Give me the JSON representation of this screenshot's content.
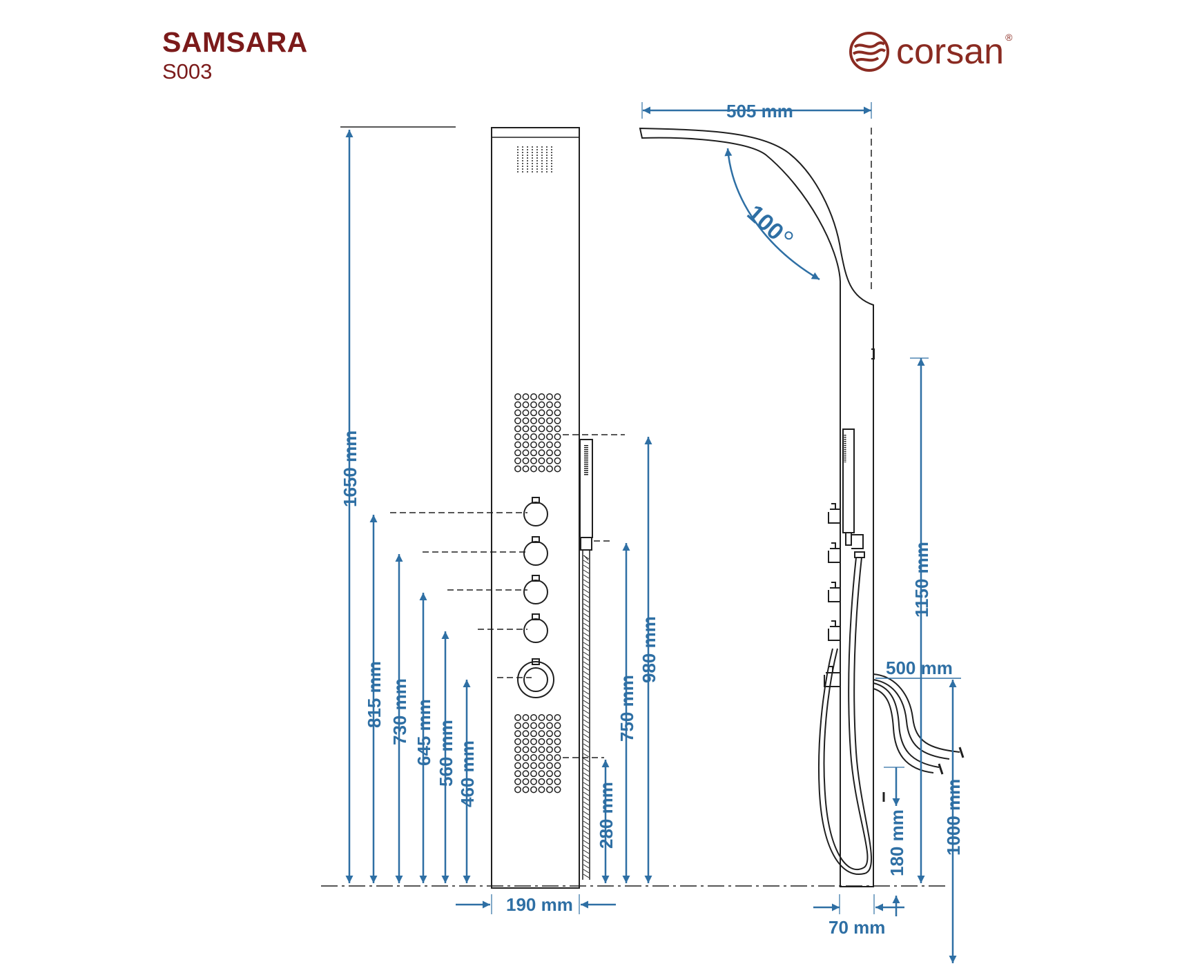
{
  "header": {
    "product_name": "SAMSARA",
    "product_code": "S003"
  },
  "brand": {
    "name": "corsan",
    "registered_mark": "®",
    "logo_icon": "wave-circle-logo"
  },
  "colors": {
    "dimension": "#2e6fa4",
    "outline": "#1f1f1f",
    "title": "#7b1a1a",
    "brand": "#8a2b22"
  },
  "dimensions": {
    "overall_height": "1650 mm",
    "panel_width": "190 mm",
    "arm_reach": "505 mm",
    "arm_angle": "100",
    "control_1_height": "815 mm",
    "control_2_height": "730 mm",
    "control_3_height": "645 mm",
    "control_4_height": "560 mm",
    "thermostat_height": "460 mm",
    "hand_shower_holder_height": "750 mm",
    "upper_jets_height": "980 mm",
    "lower_jets_height": "280 mm",
    "wall_mount_height": "1150 mm",
    "hose_connection_span": "500 mm",
    "inlet_height": "1000 mm",
    "side_spout_height": "180 mm",
    "panel_depth": "70 mm"
  }
}
